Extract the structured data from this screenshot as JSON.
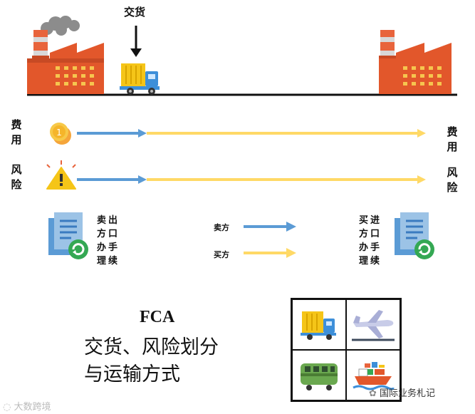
{
  "delivery_label": "交货",
  "rows": {
    "cost": {
      "left": "费用",
      "right": "费用"
    },
    "risk": {
      "left": "风险",
      "right": "风险"
    }
  },
  "export_docs": "卖出方口办手理续",
  "import_docs": "买进方口办手理续",
  "legend": {
    "seller": "卖方",
    "buyer": "买方",
    "seller_color": "#5b9bd5",
    "buyer_color": "#ffd966"
  },
  "title": "FCA",
  "caption_line1": "交货、风险划分",
  "caption_line2": "与运输方式",
  "transport_modes": [
    "truck-icon",
    "airplane-icon",
    "train-icon",
    "ship-icon"
  ],
  "watermark_left": "大数跨境",
  "watermark_right": "国际业务札记"
}
